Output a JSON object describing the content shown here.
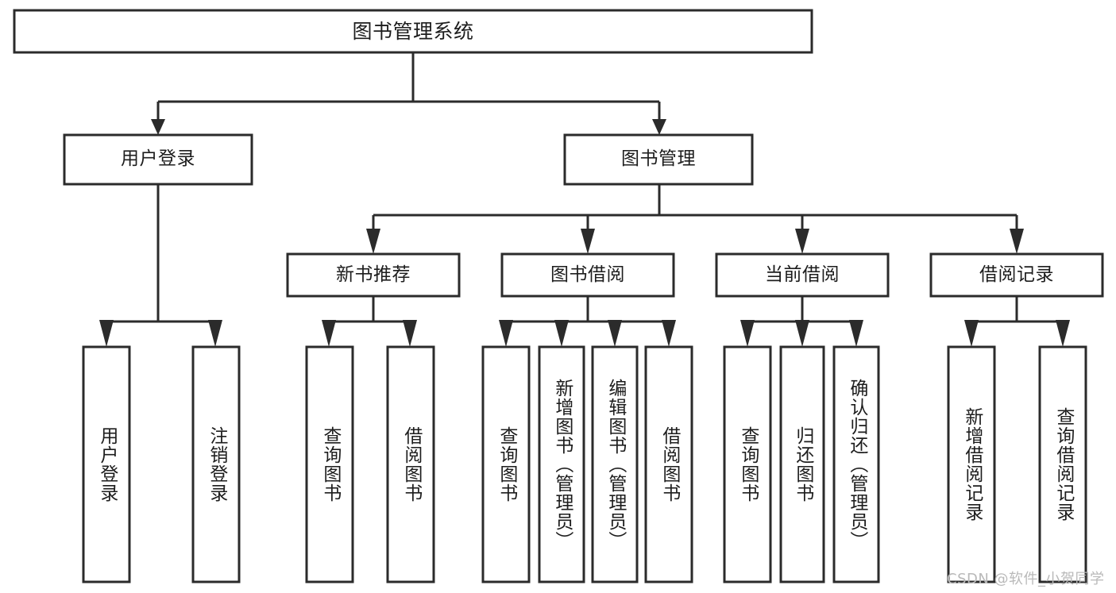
{
  "diagram": {
    "type": "tree-hierarchy-chart",
    "title": "图书管理系统",
    "root": {
      "id": "root",
      "label": "图书管理系统"
    },
    "level2": [
      {
        "id": "user-login",
        "label": "用户登录"
      },
      {
        "id": "book-management",
        "label": "图书管理"
      }
    ],
    "level3": [
      {
        "id": "new-book-recommend",
        "label": "新书推荐",
        "parent": "book-management"
      },
      {
        "id": "book-borrow",
        "label": "图书借阅",
        "parent": "book-management"
      },
      {
        "id": "current-borrow",
        "label": "当前借阅",
        "parent": "book-management"
      },
      {
        "id": "borrow-record",
        "label": "借阅记录",
        "parent": "book-management"
      }
    ],
    "leaves": [
      {
        "id": "leaf-user-login",
        "label": "用户登录",
        "parent": "user-login"
      },
      {
        "id": "leaf-logout-login",
        "label": "注销登录",
        "parent": "user-login"
      },
      {
        "id": "leaf-query-book-1",
        "label": "查询图书",
        "parent": "new-book-recommend"
      },
      {
        "id": "leaf-borrow-book-1",
        "label": "借阅图书",
        "parent": "new-book-recommend"
      },
      {
        "id": "leaf-query-book-2",
        "label": "查询图书",
        "parent": "book-borrow"
      },
      {
        "id": "leaf-add-book",
        "label": "新增图书（管理员）",
        "parent": "book-borrow"
      },
      {
        "id": "leaf-edit-book",
        "label": "编辑图书（管理员）",
        "parent": "book-borrow"
      },
      {
        "id": "leaf-borrow-book-2",
        "label": "借阅图书",
        "parent": "book-borrow"
      },
      {
        "id": "leaf-query-book-3",
        "label": "查询图书",
        "parent": "current-borrow"
      },
      {
        "id": "leaf-return-book",
        "label": "归还图书",
        "parent": "current-borrow"
      },
      {
        "id": "leaf-confirm-return",
        "label": "确认归还（管理员）",
        "parent": "current-borrow"
      },
      {
        "id": "leaf-add-record",
        "label": "新增借阅记录",
        "parent": "borrow-record"
      },
      {
        "id": "leaf-query-record",
        "label": "查询借阅记录",
        "parent": "borrow-record"
      }
    ],
    "colors": {
      "stroke": "#2b2b2b",
      "fill": "#ffffff",
      "text": "#1d1d1d",
      "watermark": "#b9b9b9"
    }
  },
  "watermark": {
    "text": "CSDN @软件_小贺同学"
  }
}
